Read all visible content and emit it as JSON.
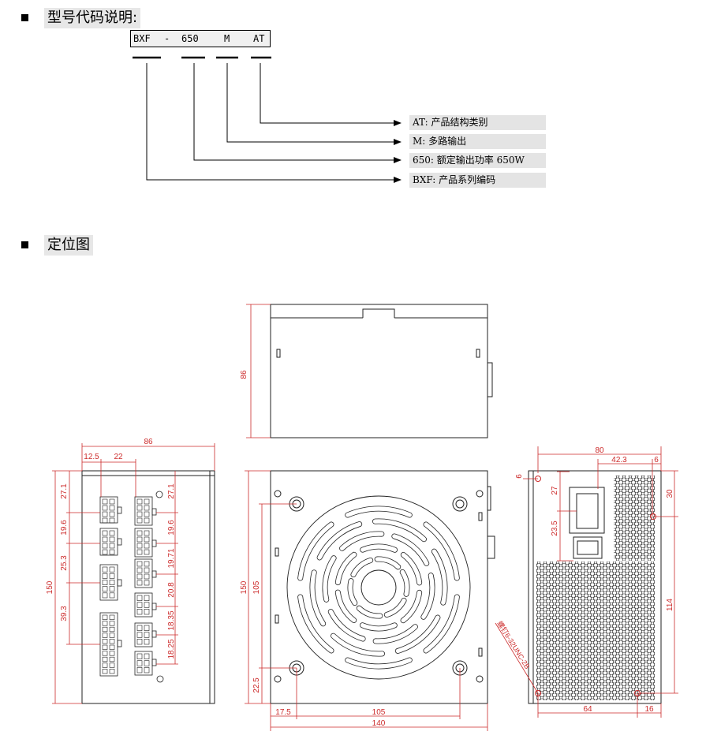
{
  "sections": {
    "model_code": {
      "title": "型号代码说明:"
    },
    "layout": {
      "title": "定位图"
    }
  },
  "code_parts": [
    "BXF",
    "-",
    "650",
    "M",
    "AT"
  ],
  "legend": [
    "AT: 产品结构类别",
    "M: 多路输出",
    "650: 额定输出功率 650W",
    "BXF: 产品系列编码"
  ],
  "colors": {
    "dimension": "#cc2a2a",
    "outline": "#222222",
    "legend_bg": "#e4e4e4"
  },
  "dimensions": {
    "top_view": {
      "height": "86"
    },
    "left_view": {
      "width": "86",
      "offset1": "12.5",
      "offset2": "22",
      "height": "150",
      "left_stack": [
        "27.1",
        "19.6",
        "25.3",
        "39.3"
      ],
      "right_stack": [
        "27.1",
        "19.6",
        "19.71",
        "20.8",
        "18.35",
        "18.25"
      ]
    },
    "front_view": {
      "height_total": "150",
      "height_inner": "105",
      "bottom_offset": "22.5",
      "left_offset": "17.5",
      "hole_span": "105",
      "width_total": "140"
    },
    "rear_view": {
      "width_total": "80",
      "top_offset": "42.3",
      "top_right": "6",
      "left_top": "6",
      "socket_height": "27",
      "switch_height": "23.5",
      "right_top": "30",
      "right_height": "114",
      "bottom_left": "64",
      "bottom_right": "16",
      "screw_note": "螺钉6-32UNC-2B"
    }
  }
}
